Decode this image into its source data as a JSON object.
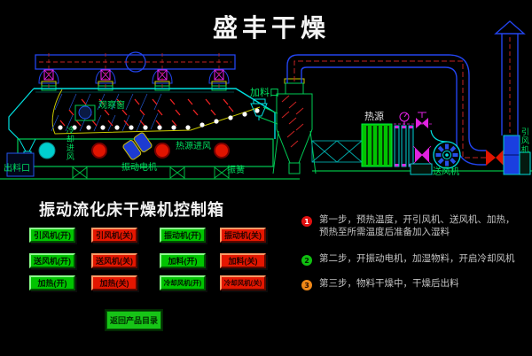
{
  "window": {
    "title": "盛丰干燥"
  },
  "diagram": {
    "labels": {
      "feed_port": "加料口",
      "observation_window": "观察窗",
      "discharge_port": "出料口",
      "cooling_air_inlet": "冷却进风",
      "vibration_motor": "振动电机",
      "hot_air_inlet": "热源进风",
      "vibration_spring": "振簧",
      "heat_source": "热源",
      "supply_fan": "送风机",
      "induced_draft_fan": "引风机"
    }
  },
  "control_panel": {
    "title": "振动流化床干燥机控制箱",
    "buttons": [
      {
        "label": "引风机(开)",
        "state": "on"
      },
      {
        "label": "引风机(关)",
        "state": "off"
      },
      {
        "label": "振动机(开)",
        "state": "on"
      },
      {
        "label": "振动机(关)",
        "state": "off"
      },
      {
        "label": "送风机(开)",
        "state": "on"
      },
      {
        "label": "送风机(关)",
        "state": "off"
      },
      {
        "label": "加料(开)",
        "state": "on"
      },
      {
        "label": "加料(关)",
        "state": "off"
      },
      {
        "label": "加热(开)",
        "state": "on"
      },
      {
        "label": "加热(关)",
        "state": "off"
      },
      {
        "label": "冷却风机(开)",
        "state": "on"
      },
      {
        "label": "冷却风机(关)",
        "state": "off"
      }
    ],
    "return_button_label": "返回产品目录"
  },
  "instructions": {
    "steps": [
      {
        "num": "1",
        "bullet_style": "background:#e01010;color:#ffffff",
        "text": "第一步，预热温度，开引风机、送风机、加热，预热至所需温度后准备加入湿料"
      },
      {
        "num": "2",
        "bullet_style": "background:#10c010;color:#002000",
        "text": "第二步，开振动电机，加湿物料，开启冷却风机"
      },
      {
        "num": "3",
        "bullet_style": "background:#f08818;color:#301000",
        "text": "第三步，物料干燥中，干燥后出料"
      }
    ]
  },
  "colors": {
    "background": "#000000",
    "on_button_green": "#00c400",
    "off_button_red": "#e41600",
    "diagram_label_green": "#00e060",
    "duct_blue": "#2244ee",
    "machine_cyan": "#00e0e0",
    "bed_yellow": "#c8c800",
    "valve_magenta": "#e022e0",
    "alarm_red": "#e01400"
  }
}
